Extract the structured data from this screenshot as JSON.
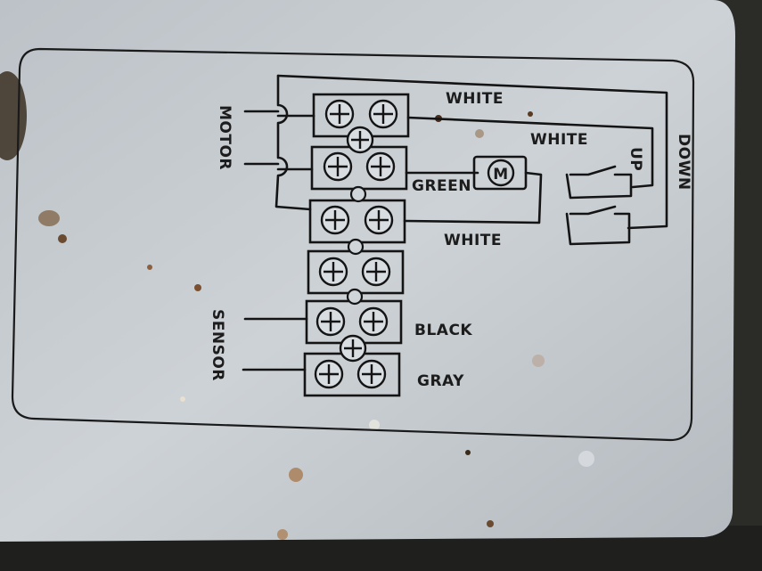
{
  "labels": {
    "motor": "MOTOR",
    "sensor": "SENSOR",
    "white_top": "WHITE",
    "white_mid": "WHITE",
    "green": "GREEN",
    "white_low": "WHITE",
    "black": "BLACK",
    "gray": "GRAY",
    "up": "UP",
    "down": "DOWN",
    "motor_symbol": "M"
  },
  "colors": {
    "background": "#2b2b28",
    "plate": "#c3c8cc",
    "line": "#141414"
  }
}
